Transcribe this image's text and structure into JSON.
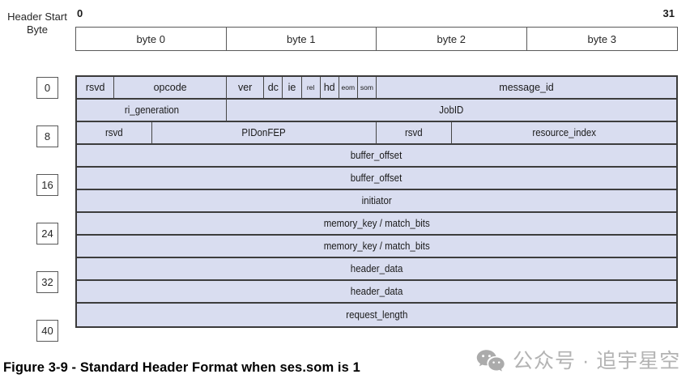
{
  "labels": {
    "header_start_line1": "Header Start",
    "header_start_line2": "Byte",
    "bit_start": "0",
    "bit_end": "31"
  },
  "byte_header": [
    "byte 0",
    "byte 1",
    "byte 2",
    "byte 3"
  ],
  "offsets": [
    "0",
    "8",
    "16",
    "24",
    "32",
    "40"
  ],
  "rows": [
    {
      "cells": [
        {
          "label": "rsvd",
          "bits": 2
        },
        {
          "label": "opcode",
          "bits": 6
        },
        {
          "label": "ver",
          "bits": 2
        },
        {
          "label": "dc",
          "bits": 1
        },
        {
          "label": "ie",
          "bits": 1
        },
        {
          "label": "rel",
          "bits": 1
        },
        {
          "label": "hd",
          "bits": 1
        },
        {
          "label": "eom",
          "bits": 1
        },
        {
          "label": "som",
          "bits": 1
        },
        {
          "label": "message_id",
          "bits": 16
        }
      ]
    },
    {
      "cells": [
        {
          "label": "ri_generation",
          "bits": 8
        },
        {
          "label": "JobID",
          "bits": 24
        }
      ]
    },
    {
      "cells": [
        {
          "label": "rsvd",
          "bits": 4
        },
        {
          "label": "PIDonFEP",
          "bits": 12
        },
        {
          "label": "rsvd",
          "bits": 4
        },
        {
          "label": "resource_index",
          "bits": 12
        }
      ]
    },
    {
      "cells": [
        {
          "label": "buffer_offset",
          "bits": 32
        }
      ]
    },
    {
      "cells": [
        {
          "label": "buffer_offset",
          "bits": 32
        }
      ]
    },
    {
      "cells": [
        {
          "label": "initiator",
          "bits": 32
        }
      ]
    },
    {
      "cells": [
        {
          "label": "memory_key / match_bits",
          "bits": 32
        }
      ]
    },
    {
      "cells": [
        {
          "label": "memory_key / match_bits",
          "bits": 32
        }
      ]
    },
    {
      "cells": [
        {
          "label": "header_data",
          "bits": 32
        }
      ]
    },
    {
      "cells": [
        {
          "label": "header_data",
          "bits": 32
        }
      ]
    },
    {
      "cells": [
        {
          "label": "request_length",
          "bits": 32
        }
      ]
    }
  ],
  "caption": "Figure 3-9 - Standard Header Format when ses.som is 1",
  "watermark": {
    "icon": "wechat-icon",
    "text": "公众号 · 追宇星空"
  },
  "colors": {
    "cell_fill": "#d9ddf0",
    "grid_line": "#3d3d3d",
    "outer_border": "#3a3a3a",
    "header_border": "#595959",
    "watermark_gray": "#b3b3b3"
  }
}
